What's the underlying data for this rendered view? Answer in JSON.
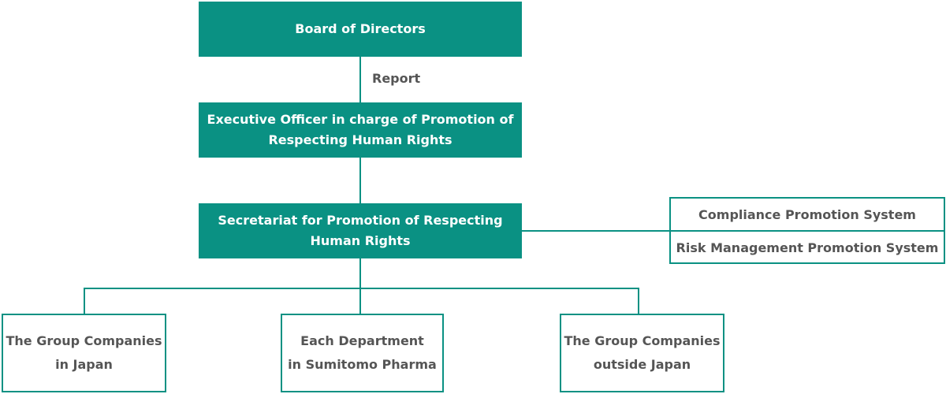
{
  "board": {
    "label": "Board of Directors"
  },
  "report_label": "Report",
  "executive": {
    "line1": "Executive Officer in charge of Promotion of",
    "line2": "Respecting Human Rights"
  },
  "secretariat": {
    "line1": "Secretariat for Promotion of Respecting",
    "line2": "Human Rights"
  },
  "linked_systems": [
    {
      "label": "Compliance Promotion System"
    },
    {
      "label": "Risk Management Promotion System"
    }
  ],
  "units": [
    {
      "line1": "The Group Companies",
      "line2": "in Japan"
    },
    {
      "line1": "Each Department",
      "line2": "in Sumitomo Pharma"
    },
    {
      "line1": "The Group Companies",
      "line2": "outside Japan"
    }
  ],
  "colors": {
    "teal": "#0a9183",
    "text_gray": "#555555",
    "white": "#ffffff"
  }
}
